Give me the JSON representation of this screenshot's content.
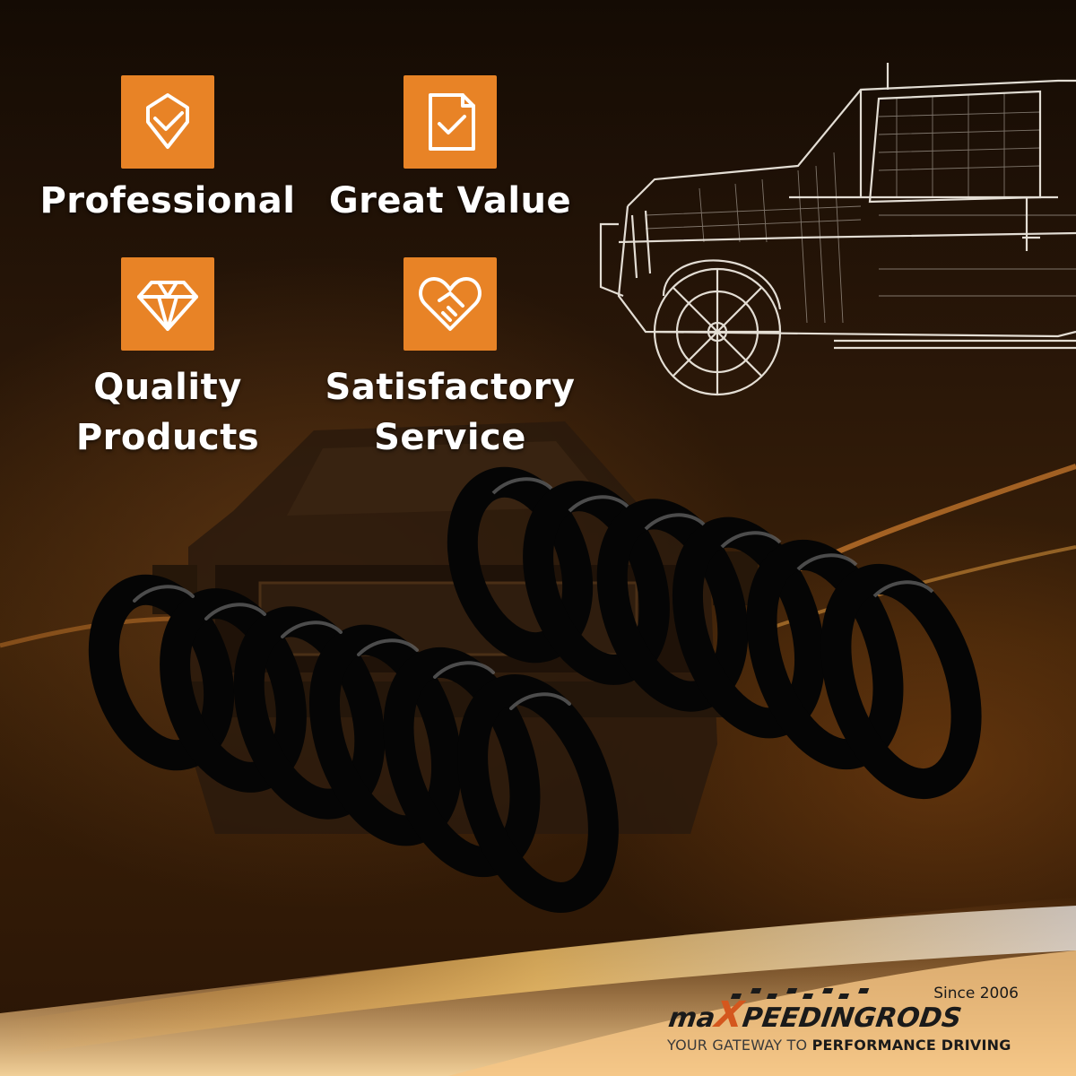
{
  "features": [
    {
      "label": "Professional",
      "icon": "shield-check-icon"
    },
    {
      "label": "Great Value",
      "icon": "document-check-icon"
    },
    {
      "label": "Quality\nProducts",
      "icon": "diamond-icon"
    },
    {
      "label": "Satisfactory\nService",
      "icon": "handshake-heart-icon"
    }
  ],
  "brand": {
    "since": "Since 2006",
    "logo_prefix": "ma",
    "logo_x": "X",
    "logo_mid": "PEEDING",
    "logo_suffix": "RODS",
    "tagline_prefix": "YOUR GATEWAY TO ",
    "tagline_bold": "PERFORMANCE DRIVING"
  },
  "colors": {
    "accent": "#e88326",
    "text": "#ffffff",
    "logo_accent": "#d4571e"
  }
}
